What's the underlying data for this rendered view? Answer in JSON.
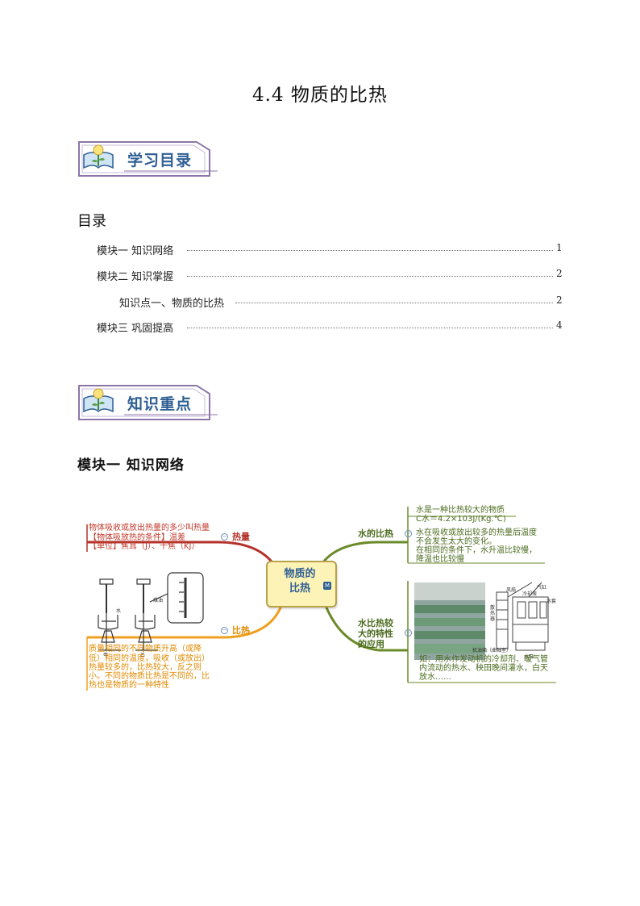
{
  "page_title": "4.4  物质的比热",
  "banner_contents": {
    "label": "学习目录"
  },
  "banner_keypoints": {
    "label": "知识重点"
  },
  "toc": {
    "heading": "目录",
    "entries": [
      {
        "label": "模块一  知识网络",
        "page": "1"
      },
      {
        "label": "模块二  知识掌握",
        "page": "2"
      },
      {
        "label": "知识点一、物质的比热",
        "page": "2"
      },
      {
        "label": "模块三  巩固提高",
        "page": "4"
      }
    ]
  },
  "module_heading": "模块一  知识网络",
  "mindmap": {
    "center": {
      "line1": "物质的",
      "line2": "比热"
    },
    "heat": {
      "title": "热量",
      "lines": [
        "物体吸收或放出热量的多少叫热量",
        "【物体吸放热的条件】温差",
        "【单位】焦耳（J）、千焦（KJ）"
      ]
    },
    "specific_heat": {
      "title": "比热",
      "lines": [
        "质量相同的不同物质升高（或降",
        "低）相同的温度，吸收（或放出）",
        "热量较多的，比热较大，反之则",
        "小。不同的物质比热是不同的，比",
        "热也是物质的一种特性"
      ],
      "apparatus_labels": [
        "水",
        "煤油",
        "甲",
        "乙"
      ]
    },
    "water_specific_heat": {
      "title": "水的比热",
      "line_a1": "水是一种比热较大的物质",
      "line_a2": "C水＝4.2×103J/(Kg.℃)",
      "lines_b": [
        "水在吸收或放出较多的热量后温度",
        "不会发生太大的变化。",
        "在相同的条件下，水升温比较慢，",
        "降温也比较慢"
      ]
    },
    "water_application": {
      "title_lines": [
        "水比热较",
        "大的特性",
        "的应用"
      ],
      "example_lines": [
        "如：用水作发动机的冷却剂、暖气管",
        "内流动的热水、秧田晚间灌水，白天",
        "放水……"
      ],
      "engine_labels": [
        "风扇",
        "冷却液",
        "气缸",
        "水套",
        "散热器",
        "机油箱（曲轴室）",
        "水泵"
      ]
    },
    "colors": {
      "heat": "#b5322a",
      "specific_heat": "#f0a020",
      "water": "#6b8a2a",
      "center_fill": "#fdf3b7",
      "accent_blue": "#2f5f93"
    }
  }
}
